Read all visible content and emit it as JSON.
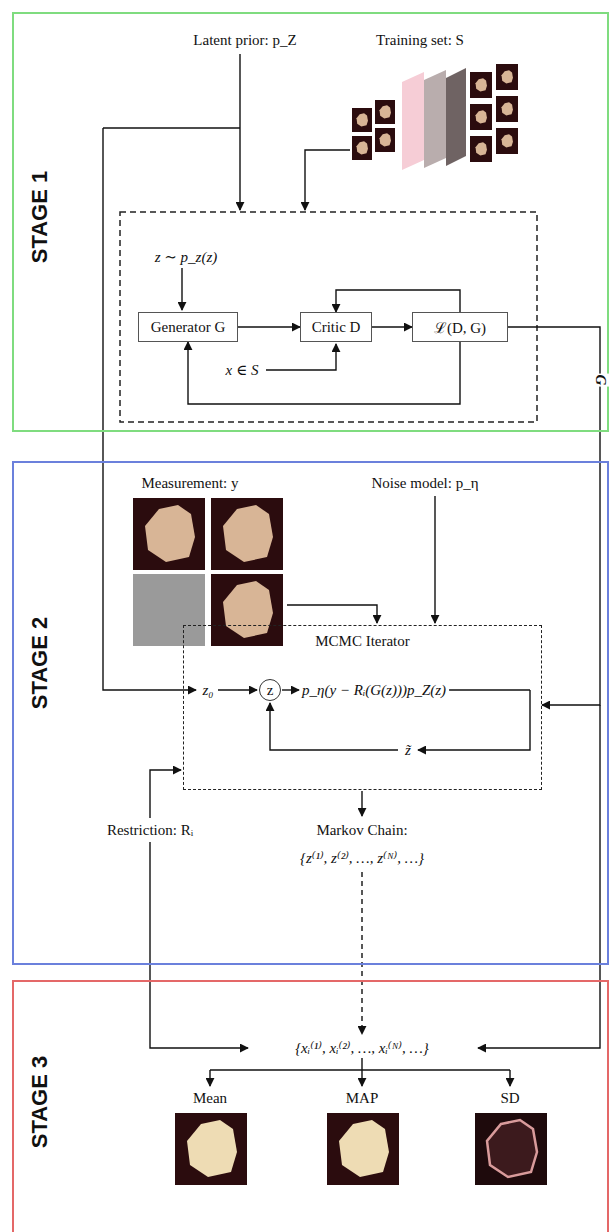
{
  "diagram": {
    "nodes": [
      {
        "text": [
          "STAGE 1"
        ]
      },
      {
        "text": [
          "Generator G"
        ],
        "in": 0
      },
      {
        "text": [
          "Critic D"
        ],
        "in": 0
      },
      {
        "text": [
          "ℒ(D, G)"
        ],
        "in": 0
      },
      {
        "text": [
          "STAGE 2"
        ]
      },
      {
        "text": [
          "MCMC Iterator"
        ],
        "in": 4
      },
      {
        "text": [
          "z"
        ],
        "in": 5
      },
      {
        "text": [
          "STAGE 3"
        ]
      }
    ],
    "edges": [
      {
        "from": 1,
        "to": 2,
        "arrow": "to"
      },
      {
        "from": 2,
        "to": 3,
        "arrow": "to"
      },
      {
        "from": 3,
        "to": 2,
        "arrow": "to"
      },
      {
        "from": 3,
        "to": 1,
        "arrow": "to"
      },
      {
        "from": 3,
        "to": 5,
        "label": "G",
        "arrow": "to"
      }
    ],
    "labels": [
      "Latent prior: p_Z",
      "Training set: S",
      "z ∼ p_z(z)",
      "x ∈ S",
      "Measurement: y",
      "Noise model: p_η",
      "z₀",
      "p_η(y − Rᵢ(G(z)))p_Z(z)",
      "z̃",
      "Restriction: Rᵢ",
      "Markov Chain:",
      "{z⁽¹⁾, z⁽²⁾, …, z⁽ᴺ⁾, …}",
      "{xᵢ⁽¹⁾, xᵢ⁽²⁾, …, xᵢ⁽ᴺ⁾, …}",
      "Mean",
      "MAP",
      "SD"
    ]
  }
}
